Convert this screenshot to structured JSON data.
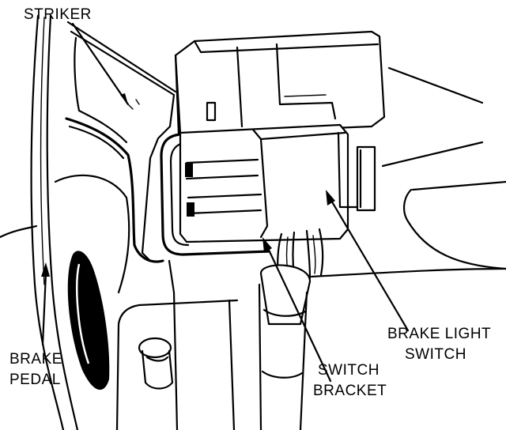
{
  "labels": {
    "striker": "STRIKER",
    "brake_pedal_line1": "BRAKE",
    "brake_pedal_line2": "PEDAL",
    "switch_bracket_line1": "SWITCH",
    "switch_bracket_line2": "BRACKET",
    "brake_light_switch_line1": "BRAKE LIGHT",
    "brake_light_switch_line2": "SWITCH"
  }
}
